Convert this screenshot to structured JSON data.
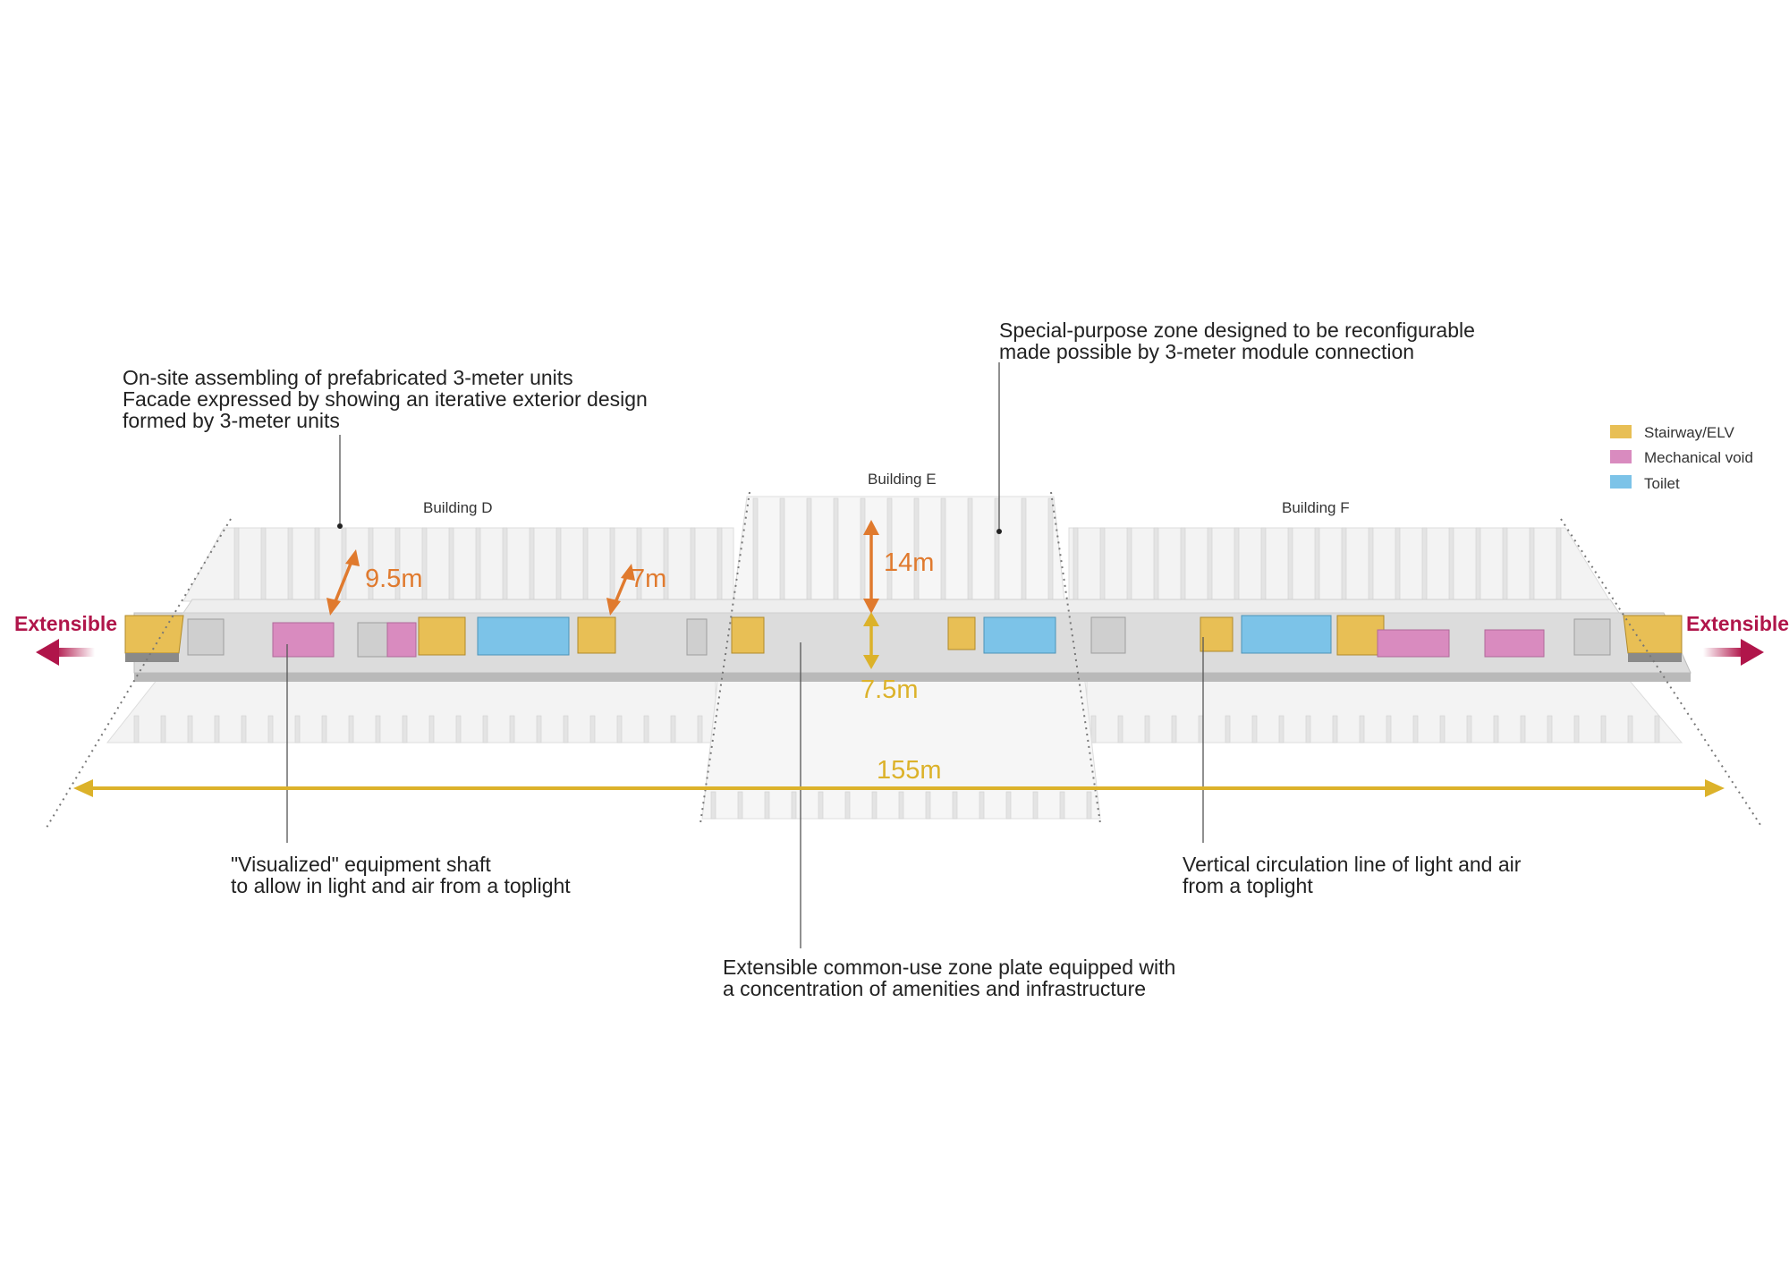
{
  "annotations": {
    "units_line1": "On-site assembling of prefabricated 3-meter units",
    "units_line2": "Facade expressed by showing an iterative exterior design",
    "units_line3": "formed by 3-meter units",
    "special_line1": "Special-purpose zone designed to be reconfigurable",
    "special_line2": "made possible by 3-meter module connection",
    "shaft_line1": "\"Visualized\" equipment shaft",
    "shaft_line2": "to allow in light and air from a toplight",
    "circulation_line1": "Vertical circulation line of light and air",
    "circulation_line2": "from a toplight",
    "common_line1": "Extensible common-use zone plate equipped with",
    "common_line2": "a concentration of amenities and infrastructure"
  },
  "buildings": {
    "d": "Building D",
    "e": "Building E",
    "f": "Building F"
  },
  "dimensions": {
    "d_depth": "9.5m",
    "d_corridor": "7m",
    "e_depth": "14m",
    "core_width": "7.5m",
    "total_length": "155m"
  },
  "extensible": {
    "left": "Extensible",
    "right": "Extensible"
  },
  "legend": [
    {
      "label": "Stairway/ELV",
      "color": "#e8bf55"
    },
    {
      "label": "Mechanical void",
      "color": "#d98bbf"
    },
    {
      "label": "Toilet",
      "color": "#7cc3e8"
    }
  ],
  "colors": {
    "stair": "#e8bf55",
    "mechanical": "#d98bbf",
    "toilet": "#7cc3e8",
    "dimension_orange": "#e07a2e",
    "dimension_yellow": "#dcb22a",
    "extensible": "#b0154a"
  }
}
